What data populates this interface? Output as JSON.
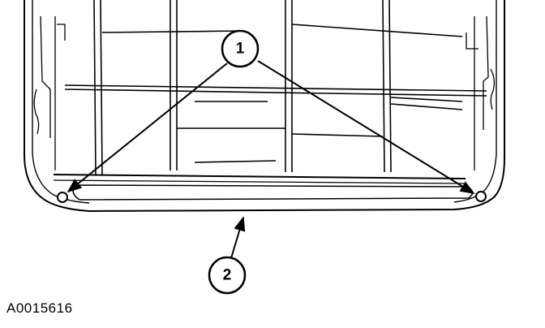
{
  "callouts": {
    "fasteners": "1",
    "trim_strip": "2"
  },
  "reference_code": "A0015616"
}
